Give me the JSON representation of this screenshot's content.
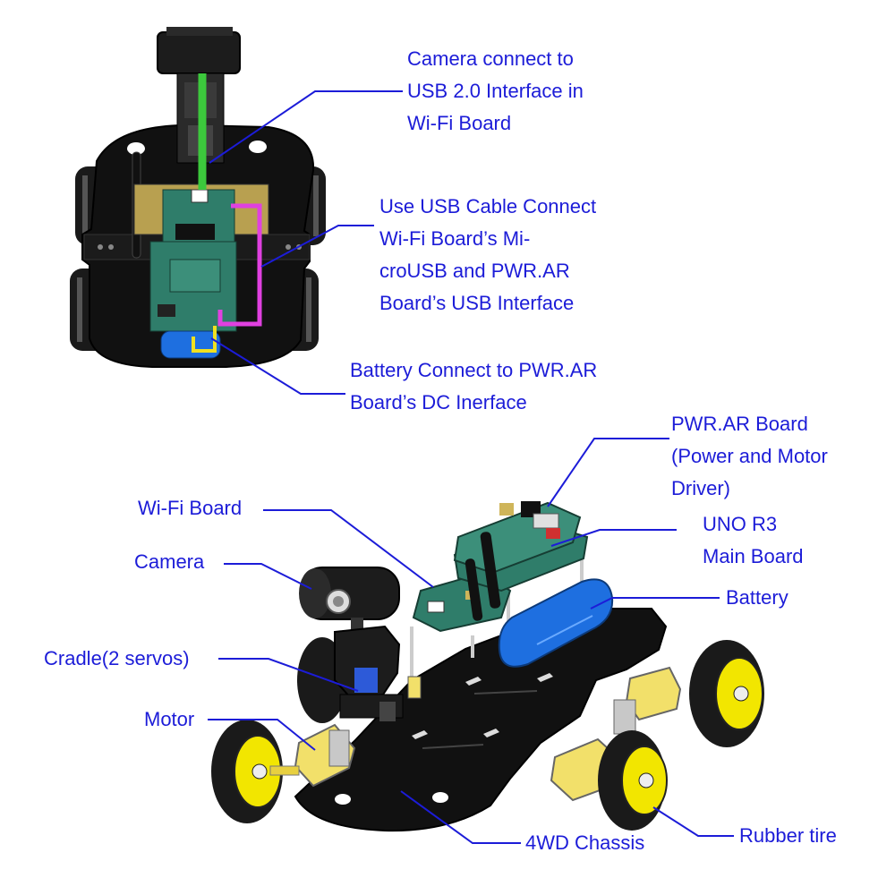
{
  "top_view": {
    "callouts": {
      "camera_usb": [
        "Camera connect to",
        "USB 2.0 Interface in",
        "Wi-Fi Board"
      ],
      "usb_cable": [
        "Use USB Cable Connect",
        "Wi-Fi Board’s Mi-",
        "croUSB and PWR.AR",
        "Board’s USB Interface"
      ],
      "battery_dc": [
        "Battery Connect to PWR.AR",
        "Board’s DC Inerface"
      ]
    }
  },
  "exploded_view": {
    "labels": {
      "pwr_ar_board": [
        "PWR.AR Board",
        "(Power and Motor",
        "Driver)"
      ],
      "uno_r3": [
        "UNO R3",
        "Main Board"
      ],
      "battery": "Battery",
      "wifi_board": "Wi-Fi Board",
      "camera": "Camera",
      "cradle": "Cradle(2 servos)",
      "motor": "Motor",
      "chassis": "4WD Chassis",
      "rubber_tire": "Rubber tire"
    }
  },
  "colors": {
    "label_text": "#1c1cd8",
    "leader_line": "#1c1cd8",
    "camera_wire": "#3cc83c",
    "usb_wire": "#e040e0",
    "battery_wire": "#f0e020",
    "chassis": "#111111",
    "pcb": "#2f7d6a",
    "battery_body": "#1e6fe0",
    "wheel_hub": "#f2e600",
    "motor_body": "#f2e06a"
  }
}
